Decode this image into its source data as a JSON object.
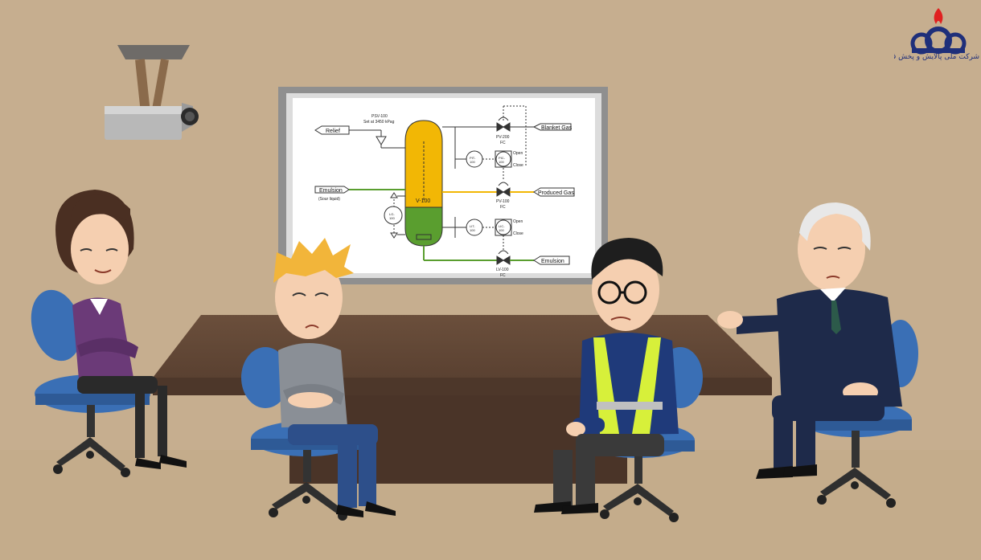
{
  "whiteboard": {
    "relief": "Relief",
    "psv_tag": "PSV-100",
    "psv_set": "Set at 3450 kPag",
    "emulsion_in": "Emulsion",
    "sour_liquid": "(Sour liquid)",
    "vessel": "V-100",
    "blanket_gas": "Blanket Gas",
    "produced_gas": "Produced Gas",
    "emulsion_out": "Emulsion",
    "pit": "PIT-\n100",
    "pic": "PIC-\n100",
    "lit": "LIT-\n100",
    "lic": "LIC-\n100",
    "lg": "LG-\n100",
    "pv200": "PV-200",
    "pv100": "PV-100",
    "lv100": "LV-100",
    "fc": "FC",
    "open": "Open",
    "close": "Close"
  },
  "logo": {
    "text": "شرکت ملی پالایش و پخش فرآورده‌های نفتی ایران"
  },
  "colors": {
    "background": "#c6ae8f",
    "table": "#5e4534",
    "chair": "#3a6fb5",
    "vessel_gas": "#f2b705",
    "vessel_liquid": "#5a9e2f",
    "produced_gas_line": "#f2b705",
    "emulsion_line": "#5a9e2f",
    "safety_vest": "#d7f03a",
    "logo_blue": "#1f2f7a",
    "logo_flame": "#e02020"
  },
  "icons": [
    "projector-icon",
    "company-logo-icon"
  ]
}
